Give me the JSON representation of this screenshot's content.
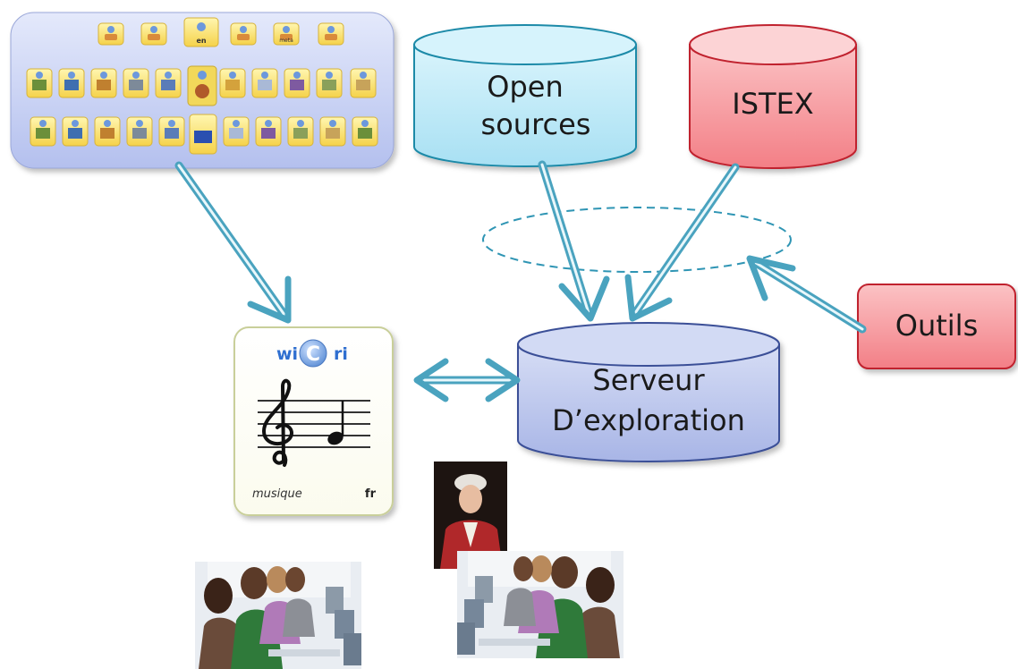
{
  "nodes": {
    "open_sources": {
      "line1": "Open",
      "line2": "sources"
    },
    "istex": {
      "label": "ISTEX"
    },
    "outils": {
      "label": "Outils"
    },
    "serveur": {
      "line1": "Serveur",
      "line2": "D’exploration"
    },
    "wicri_card": {
      "prefix": "wi",
      "letter": "C",
      "suffix": "ri",
      "topic": "musique",
      "lang": "fr"
    }
  },
  "mini_tiles": {
    "small_labels": [
      "en",
      "meta"
    ]
  },
  "colors": {
    "arrow": "#4aa3bf",
    "open_fill": "#bfeaf8",
    "istex_fill": "#f79a9e",
    "serveur_fill": "#b9c4ea",
    "outils_fill": "#f79a9e",
    "panel_fill": "#c7d0f2"
  }
}
